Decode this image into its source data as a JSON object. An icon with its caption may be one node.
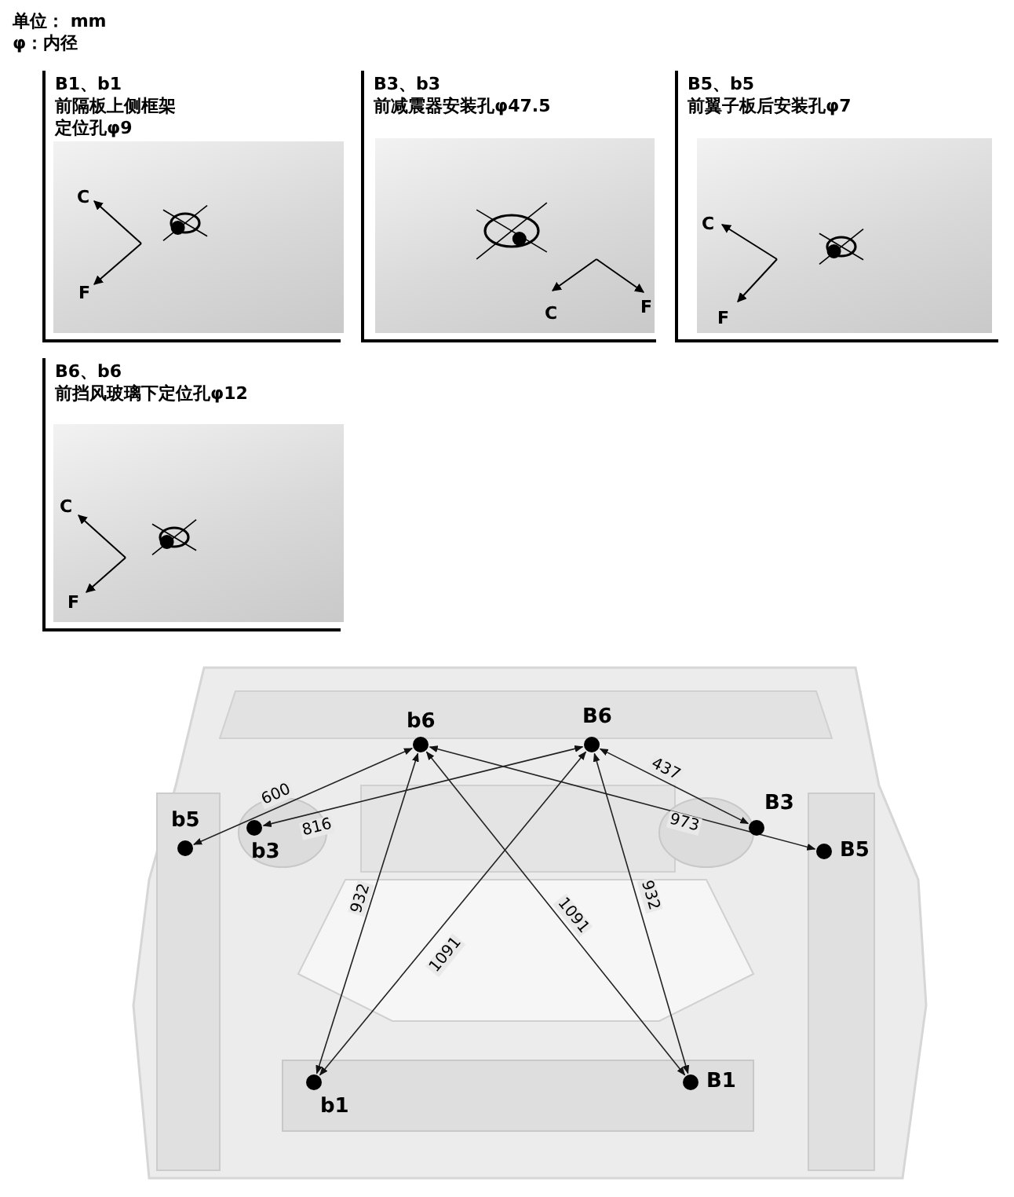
{
  "diagram": {
    "nodes": [
      {
        "text": [
          "B1、b1",
          "前隔板上侧框架定位孔φ9"
        ]
      },
      {
        "text": [
          "B3、b3",
          "前减震器安装孔φ47.5"
        ]
      },
      {
        "text": [
          "B5、b5",
          "前翼子板后安装孔φ7"
        ]
      },
      {
        "text": [
          "B6、b6",
          "前挡风玻璃下定位孔φ12"
        ]
      },
      {
        "text": [],
        "shape": "circle",
        "beside": [
          "b6"
        ]
      },
      {
        "text": [],
        "shape": "circle",
        "beside": [
          "B6"
        ]
      },
      {
        "text": [],
        "shape": "circle",
        "beside": [
          "b5"
        ]
      },
      {
        "text": [],
        "shape": "circle",
        "beside": [
          "b3"
        ]
      },
      {
        "text": [],
        "shape": "circle",
        "beside": [
          "B3"
        ]
      },
      {
        "text": [],
        "shape": "circle",
        "beside": [
          "B5"
        ]
      },
      {
        "text": [],
        "shape": "circle",
        "beside": [
          "b1"
        ]
      },
      {
        "text": [],
        "shape": "circle",
        "beside": [
          "B1"
        ]
      }
    ],
    "edges": [
      {
        "from": 4,
        "to": 6,
        "arrow": "both",
        "label": "600"
      },
      {
        "from": 5,
        "to": 7,
        "arrow": "both",
        "label": "816"
      },
      {
        "from": 4,
        "to": 10,
        "arrow": "both",
        "label": "932"
      },
      {
        "from": 5,
        "to": 10,
        "arrow": "both",
        "label": "1091"
      },
      {
        "from": 4,
        "to": 11,
        "arrow": "both",
        "label": "1091"
      },
      {
        "from": 5,
        "to": 11,
        "arrow": "both",
        "label": "932"
      },
      {
        "from": 5,
        "to": 8,
        "arrow": "both",
        "label": "437"
      },
      {
        "from": 4,
        "to": 9,
        "arrow": "both",
        "label": "973"
      }
    ],
    "labels": [
      "单位： mm",
      "φ：内径",
      "C",
      "F",
      "C",
      "F",
      "C",
      "F",
      "C",
      "F"
    ]
  }
}
